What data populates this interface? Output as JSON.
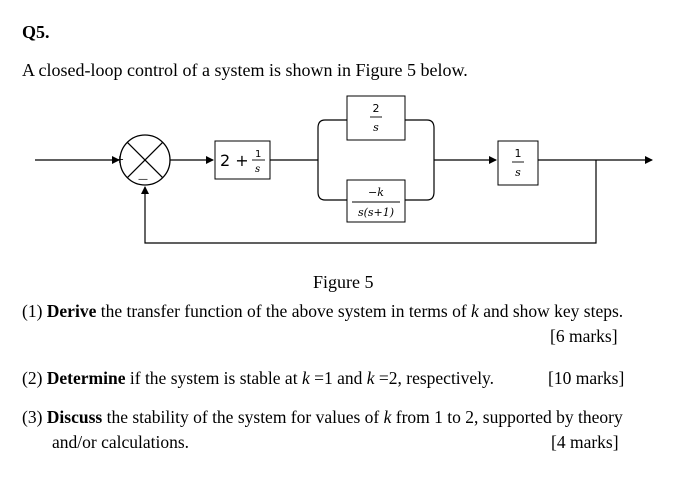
{
  "question_number": "Q5.",
  "intro": "A closed-loop control of a system is shown in Figure 5 below.",
  "diagram": {
    "summing_plus": "+",
    "summing_minus": "—",
    "block1": {
      "prefix": "2 +",
      "num": "1",
      "den": "s"
    },
    "block_top": {
      "num": "2",
      "den": "s"
    },
    "block_bottom": {
      "num": "−k",
      "den": "s(s+1)"
    },
    "block_out": {
      "num": "1",
      "den": "s"
    }
  },
  "figure_caption": "Figure 5",
  "questions": [
    {
      "num": "(1)",
      "verb": "Derive",
      "text_a": " the transfer function of the above system in terms of ",
      "var": "k",
      "text_b": " and show key steps.",
      "marks": "[6 marks]"
    },
    {
      "num": "(2)",
      "verb": "Determine",
      "text_a": " if the system is stable at ",
      "k1": "k",
      "eq1": " =1 and ",
      "k2": "k",
      "eq2": " =2, respectively.",
      "marks": "[10 marks]"
    },
    {
      "num": "(3)",
      "verb": "Discuss",
      "text_a": " the stability of the system for values of ",
      "var": "k",
      "text_b": " from 1 to 2, supported by theory",
      "line2": "and/or calculations.",
      "marks": "[4 marks]"
    }
  ]
}
